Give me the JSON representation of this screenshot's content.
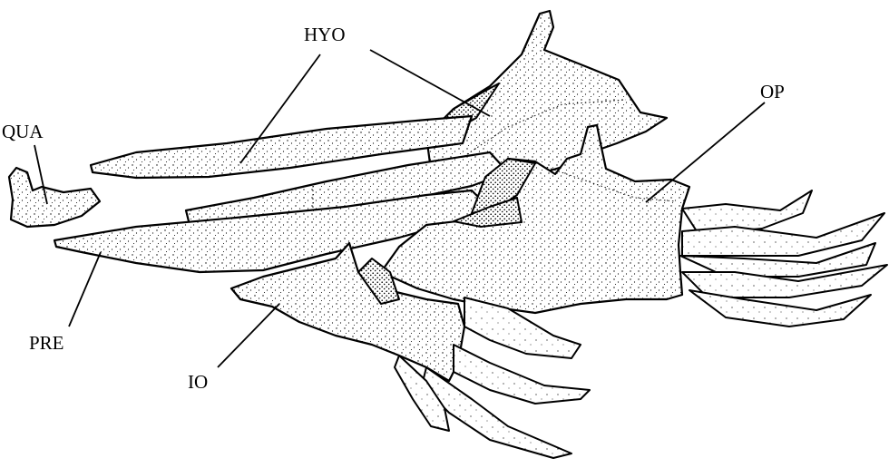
{
  "labels": {
    "hyo": "HYO",
    "op": "OP",
    "qua": "QUA",
    "pre": "PRE",
    "io": "IO"
  }
}
